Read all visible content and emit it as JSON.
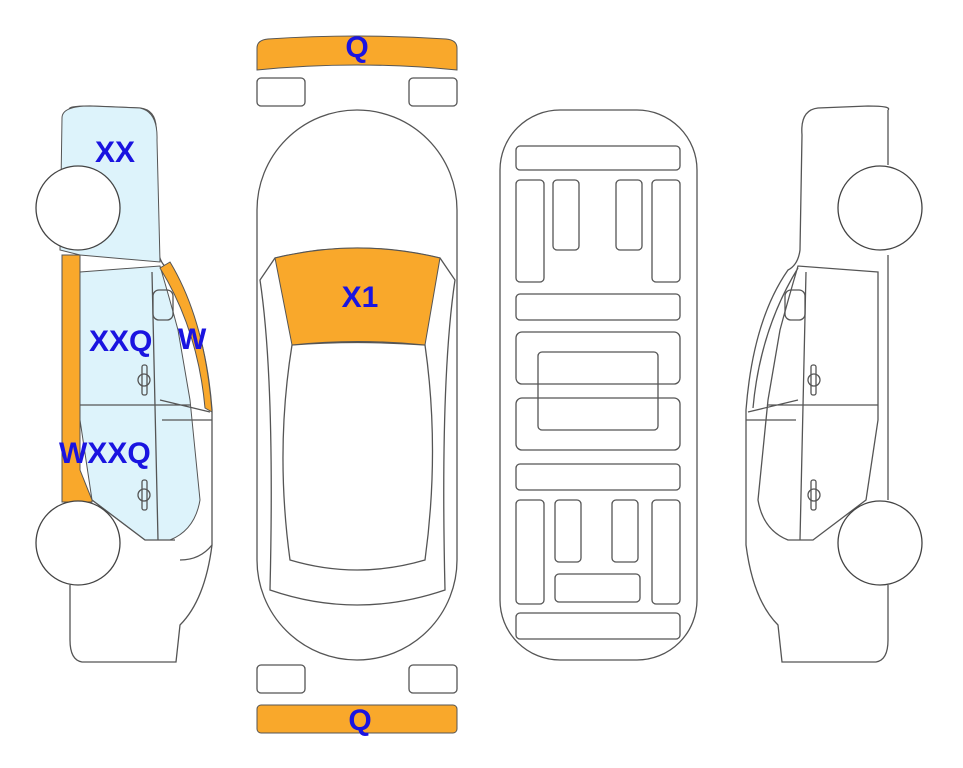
{
  "colors": {
    "damage": "#F9A82B",
    "glass": "#DDF3FB",
    "label": "#1A14E0",
    "outline": "#555555"
  },
  "labels": {
    "front_bumper": "Q",
    "windshield": "X1",
    "rear_bumper": "Q",
    "left_rear_area": "XX",
    "left_rear_door": "XXQ",
    "left_a_pillar": "W",
    "left_front_door": "WXXQ"
  }
}
